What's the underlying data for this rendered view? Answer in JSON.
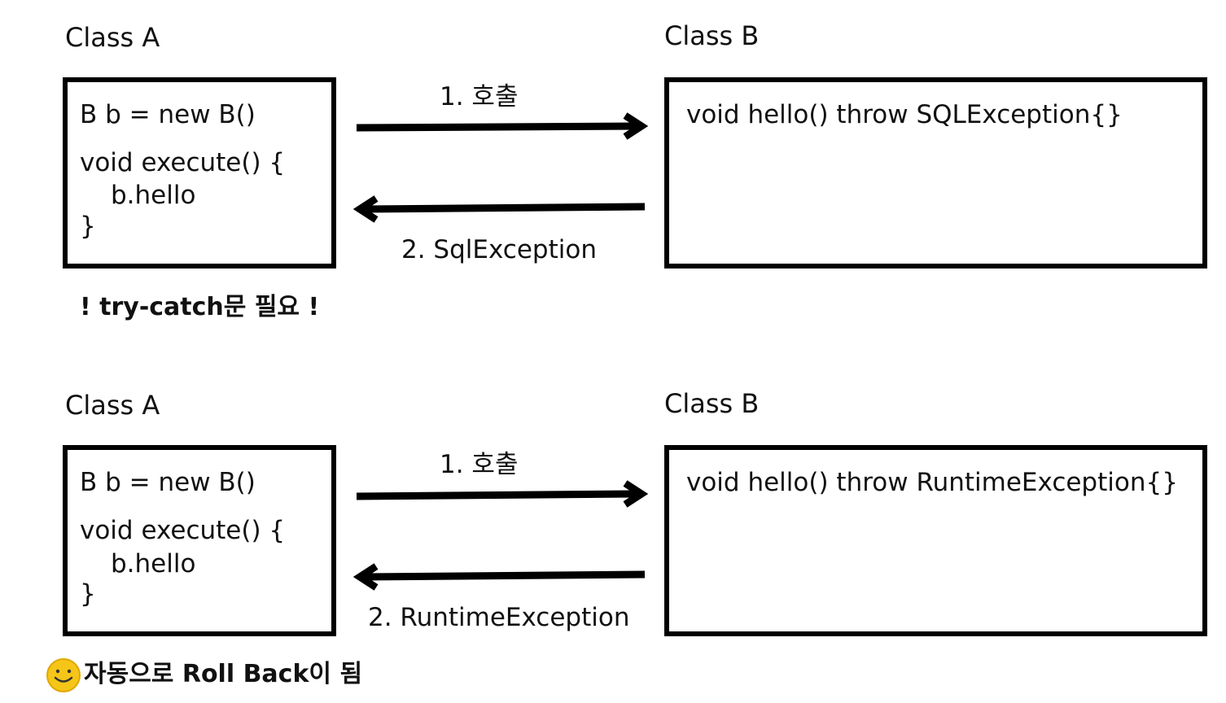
{
  "top": {
    "class_a_title": "Class A",
    "class_b_title": "Class B",
    "class_a_code": [
      "B b = new B()",
      "void execute() {",
      "b.hello",
      "}"
    ],
    "class_b_code": "void hello() throw SQLException{}",
    "call_label": "1. 호출",
    "return_label": "2. SqlException",
    "note": "! try-catch문 필요 !"
  },
  "bottom": {
    "class_a_title": "Class A",
    "class_b_title": "Class B",
    "class_a_code": [
      "B b = new B()",
      "void execute() {",
      "b.hello",
      "}"
    ],
    "class_b_code": "void hello() throw RuntimeException{}",
    "call_label": "1. 호출",
    "return_label": "2. RuntimeException",
    "note": "자동으로 Roll Back이 됨",
    "note_icon": "smiley-icon",
    "smiley_color": "#F5C518"
  }
}
